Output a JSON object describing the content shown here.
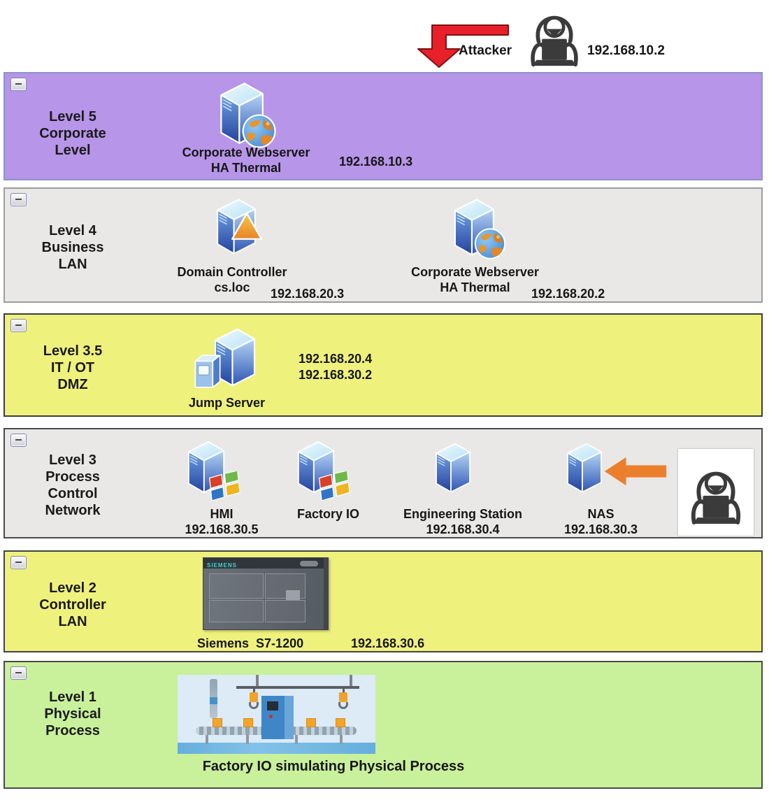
{
  "attacker": {
    "label": "Attacker",
    "ip": "192.168.10.2"
  },
  "levels": {
    "l5": {
      "title": [
        "Level 5",
        "Corporate",
        "Level"
      ],
      "webserver": {
        "name": [
          "Corporate Webserver",
          "HA Thermal"
        ],
        "ip": "192.168.10.3"
      }
    },
    "l4": {
      "title": [
        "Level 4",
        "Business",
        "LAN"
      ],
      "domain_controller": {
        "name": [
          "Domain Controller",
          "cs.loc"
        ],
        "ip": "192.168.20.3"
      },
      "webserver": {
        "name": [
          "Corporate Webserver",
          "HA Thermal"
        ],
        "ip": "192.168.20.2"
      }
    },
    "l35": {
      "title": [
        "Level 3.5",
        "IT / OT",
        "DMZ"
      ],
      "jump_server": {
        "name": "Jump Server",
        "ips": [
          "192.168.20.4",
          "192.168.30.2"
        ]
      }
    },
    "l3": {
      "title": [
        "Level 3",
        "Process",
        "Control",
        "Network"
      ],
      "hmi": {
        "name": "HMI",
        "ip": "192.168.30.5"
      },
      "factory_io": {
        "name": "Factory IO"
      },
      "engineering_station": {
        "name": "Engineering Station",
        "ip": "192.168.30.4"
      },
      "nas": {
        "name": "NAS",
        "ip": "192.168.30.3"
      }
    },
    "l2": {
      "title": [
        "Level 2",
        "Controller",
        "LAN"
      ],
      "plc": {
        "brand": "SIEMENS",
        "name": "Siemens  S7-1200",
        "ip": "192.168.30.6"
      }
    },
    "l1": {
      "title": [
        "Level 1",
        "Physical",
        "Process"
      ],
      "caption": "Factory IO simulating Physical Process"
    }
  },
  "colors": {
    "corporate_band": "#b795e8",
    "business_band": "#e9e8e6",
    "dmz_band": "#eff17d",
    "process_band": "#e9e8e6",
    "controller_band": "#eff17d",
    "physical_band": "#c9f09b",
    "attack_arrow_red": "#e8202a",
    "attack_arrow_orange": "#ec7f2b"
  }
}
